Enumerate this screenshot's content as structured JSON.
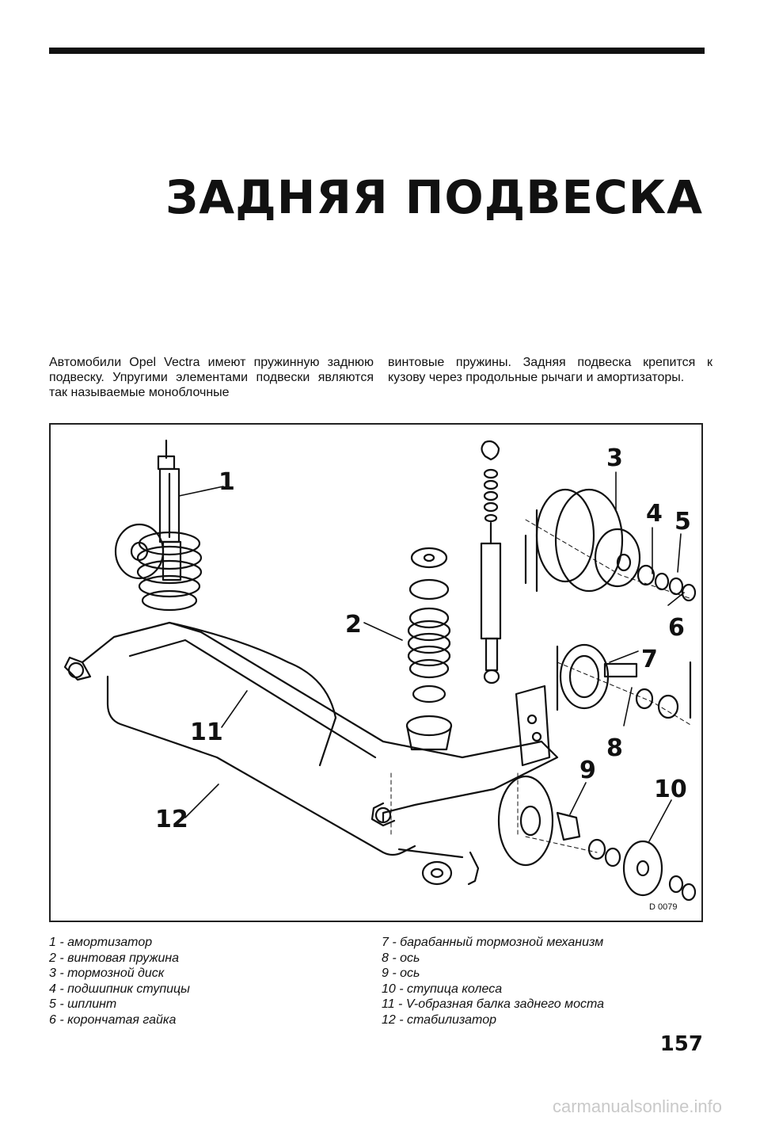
{
  "page": {
    "title": "ЗАДНЯЯ ПОДВЕСКА",
    "intro_left": "Автомобили Opel Vectra имеют пружинную заднюю подвеску. Упругими элементами подвески являются так называемые моноблочные",
    "intro_right": "винтовые пружины. Задняя подвеска крепится к кузову через продольные рычаги и амортизаторы.",
    "page_number": "157",
    "watermark": "carmanualsonline.info"
  },
  "figure": {
    "code": "D 0079",
    "callouts": [
      "1",
      "2",
      "3",
      "4",
      "5",
      "6",
      "7",
      "8",
      "9",
      "10",
      "11",
      "12"
    ]
  },
  "legend": {
    "left": [
      "1 - амортизатор",
      "2 - винтовая пружина",
      "3 - тормозной диск",
      "4 - подшипник ступицы",
      "5 - шплинт",
      "6 - корончатая гайка"
    ],
    "right": [
      "7 - барабанный тормозной механизм",
      "8 - ось",
      "9 - ось",
      "10 - ступица колеса",
      "11 - V-образная балка заднего моста",
      "12 - стабилизатор"
    ]
  }
}
